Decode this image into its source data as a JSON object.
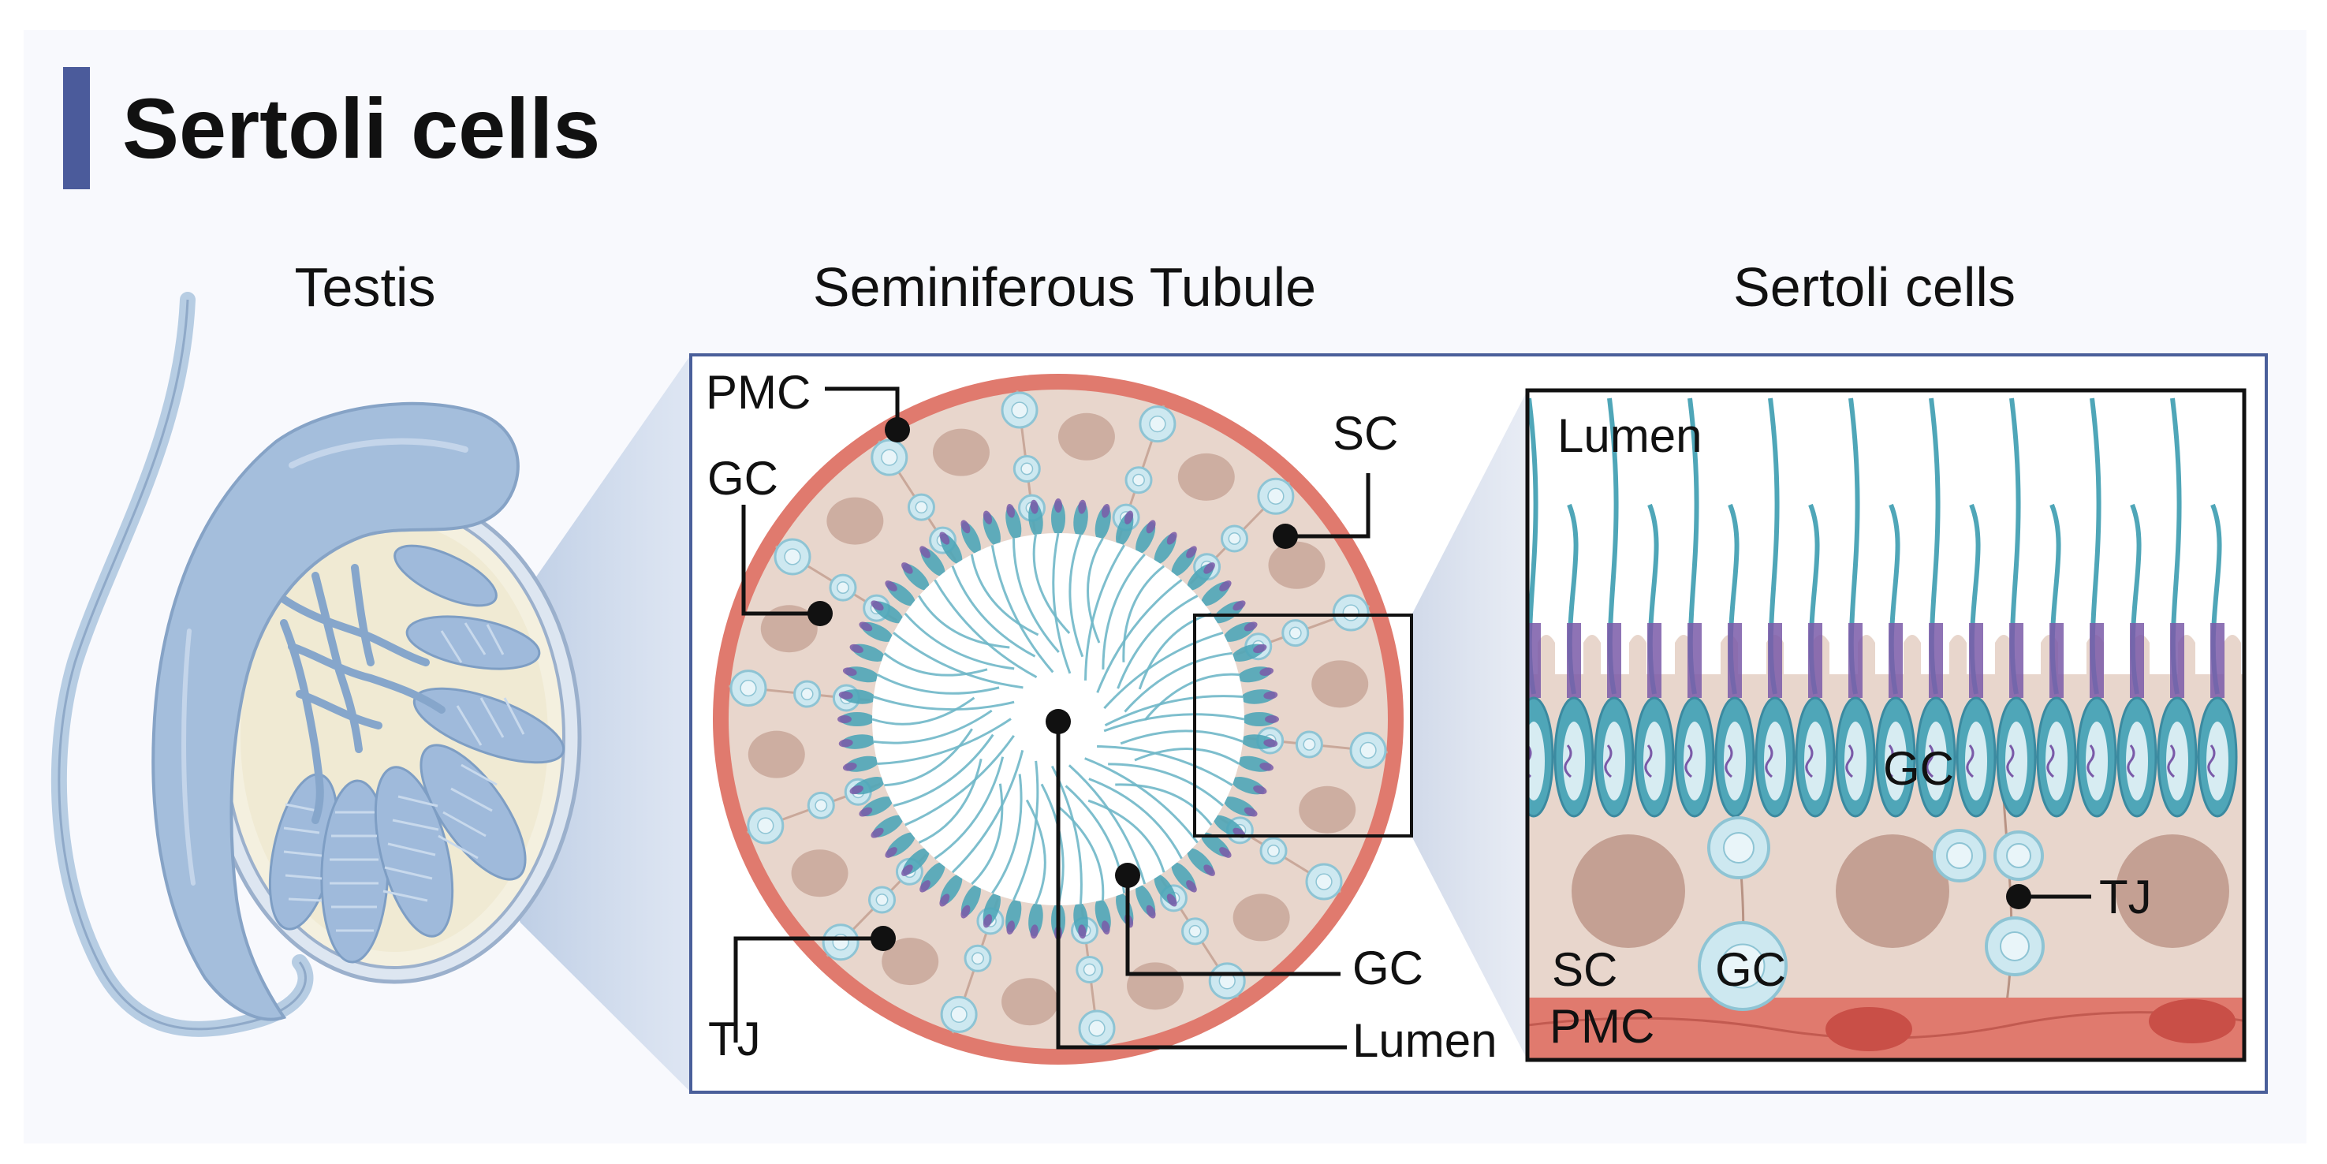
{
  "title": "Sertoli cells",
  "panels": {
    "testis": {
      "heading": "Testis"
    },
    "tubule": {
      "heading": "Seminiferous Tubule",
      "labels": {
        "pmc": "PMC",
        "gc": "GC",
        "sc": "SC",
        "tj": "TJ",
        "gc2": "GC",
        "lumen": "Lumen"
      }
    },
    "sertoli": {
      "heading": "Sertoli cells",
      "labels": {
        "lumen": "Lumen",
        "gc": "GC",
        "tj": "TJ",
        "sc": "SC",
        "gc2": "GC",
        "pmc": "PMC"
      }
    }
  },
  "colors": {
    "background": "#f8f9fd",
    "accent_bar": "#4b5b9b",
    "frame": "#4a5f9a",
    "tubule_wall": "#e07a6e",
    "sertoli_cytoplasm": "#e8d6cc",
    "sertoli_nucleus": "#c4a093",
    "germ_cell": "#cde8f0",
    "sperm": "#4fa6b8",
    "acrosome": "#7a5aa8",
    "testis_body": "#a9c2dc"
  }
}
